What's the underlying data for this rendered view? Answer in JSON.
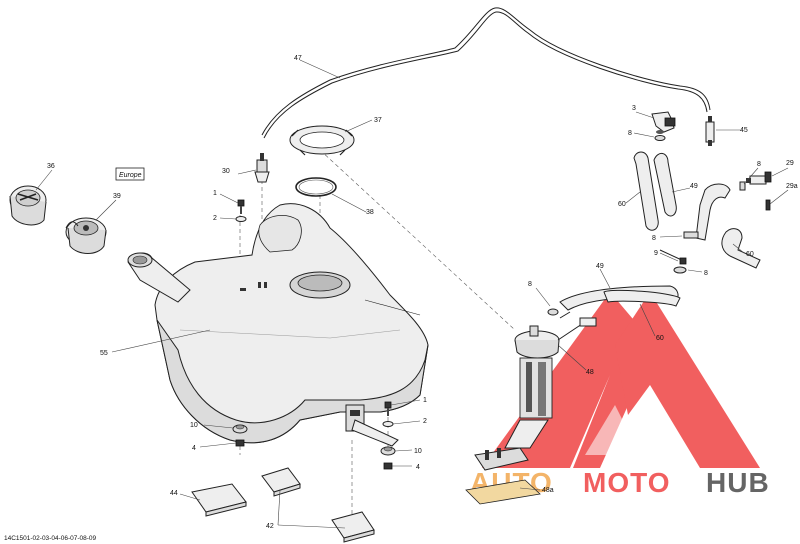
{
  "diagram_code": "14C1501-02-03-04-06-07-08-09",
  "region_tag": "Europe",
  "watermark": {
    "part1": "AUTO",
    "part2": "MOTO",
    "part3": "HUB",
    "color_red": "#ee3333",
    "color_orange": "#f0a040",
    "color_dark": "#3a3a3a"
  },
  "callouts": {
    "c1a": "1",
    "c1b": "1",
    "c2a": "2",
    "c2b": "2",
    "c3": "3",
    "c4a": "4",
    "c4b": "4",
    "c8a": "8",
    "c8b": "8",
    "c8c": "8",
    "c8d": "8",
    "c8e": "8",
    "c9": "9",
    "c10a": "10",
    "c10b": "10",
    "c29": "29",
    "c29a": "29a",
    "c30": "30",
    "c36": "36",
    "c37": "37",
    "c38": "38",
    "c39": "39",
    "c42": "42",
    "c44": "44",
    "c45": "45",
    "c47": "47",
    "c48": "48",
    "c48a": "48a",
    "c49a": "49",
    "c49b": "49",
    "c55": "55",
    "c60a": "60",
    "c60b": "60",
    "c60c": "60"
  }
}
